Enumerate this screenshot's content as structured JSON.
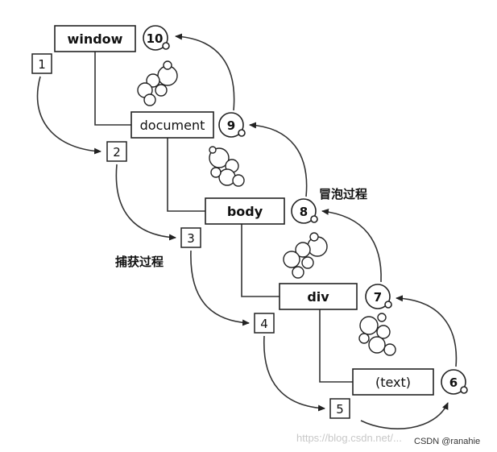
{
  "nodes": {
    "window": "window",
    "document": "document",
    "body": "body",
    "div": "div",
    "text": "(text)"
  },
  "capture_steps": [
    "1",
    "2",
    "3",
    "4",
    "5"
  ],
  "bubble_steps": [
    "6",
    "7",
    "8",
    "9",
    "10"
  ],
  "labels": {
    "capture": "捕获过程",
    "bubble": "冒泡过程"
  },
  "watermark": {
    "url": "https://blog.csdn.net/...",
    "credit": "CSDN @ranahie"
  }
}
